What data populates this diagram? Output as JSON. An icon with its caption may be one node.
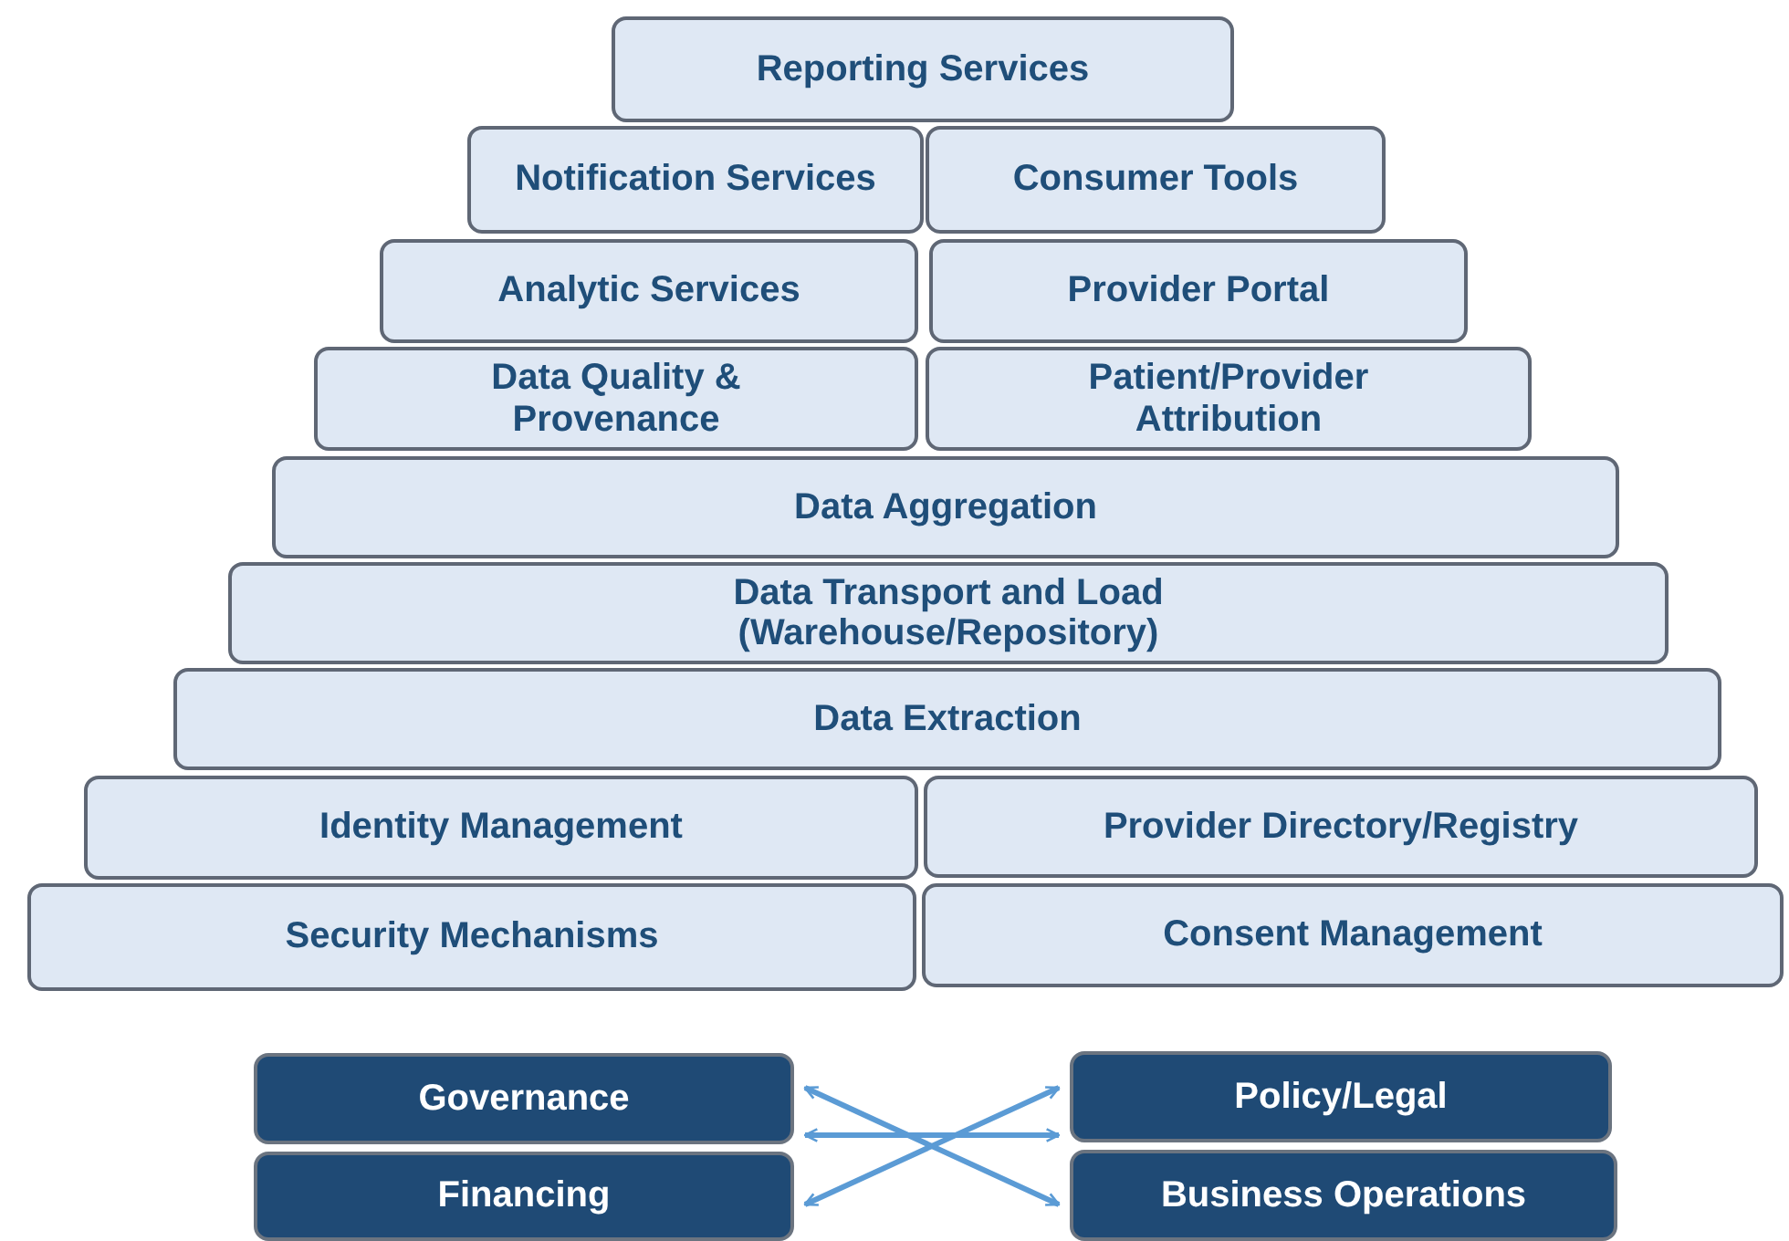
{
  "diagram": {
    "nodes": [
      {
        "text": [
          "Reporting Services"
        ]
      },
      {
        "text": [
          "Notification Services"
        ]
      },
      {
        "text": [
          "Consumer Tools"
        ]
      },
      {
        "text": [
          "Analytic Services"
        ]
      },
      {
        "text": [
          "Provider Portal"
        ]
      },
      {
        "text": [
          "Data Quality & Provenance"
        ]
      },
      {
        "text": [
          "Patient/Provider Attribution"
        ]
      },
      {
        "text": [
          "Data Aggregation"
        ]
      },
      {
        "text": [
          "Data Transport and Load (Warehouse/Repository)"
        ]
      },
      {
        "text": [
          "Data Extraction"
        ]
      },
      {
        "text": [
          "Identity Management"
        ]
      },
      {
        "text": [
          "Provider Directory/Registry"
        ]
      },
      {
        "text": [
          "Security Mechanisms"
        ]
      },
      {
        "text": [
          "Consent Management"
        ]
      },
      {
        "text": [
          "Governance"
        ]
      },
      {
        "text": [
          "Policy/Legal"
        ]
      },
      {
        "text": [
          "Financing"
        ]
      },
      {
        "text": [
          "Business Operations"
        ]
      }
    ],
    "edges": [
      {
        "from": 14,
        "to": 17,
        "arrow": "both"
      },
      {
        "from": 16,
        "to": 15,
        "arrow": "both"
      },
      {
        "from": 14,
        "to": 15,
        "arrow": "both"
      }
    ]
  }
}
